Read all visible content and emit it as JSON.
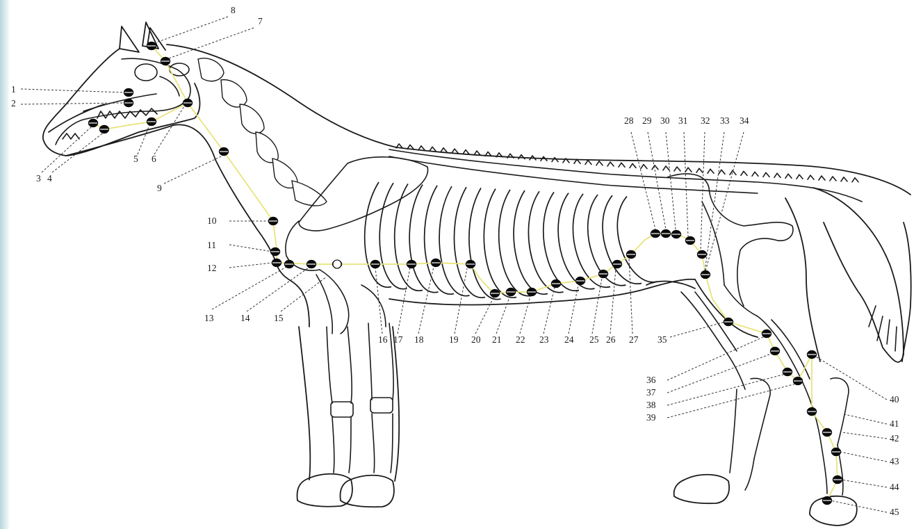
{
  "meridian_color": "#e8e37a",
  "labels": {
    "l1": "1",
    "l2": "2",
    "l3": "3",
    "l4": "4",
    "l5": "5",
    "l6": "6",
    "l7": "7",
    "l8": "8",
    "l9": "9",
    "l10": "10",
    "l11": "11",
    "l12": "12",
    "l13": "13",
    "l14": "14",
    "l15": "15",
    "l16": "16",
    "l17": "17",
    "l18": "18",
    "l19": "19",
    "l20": "20",
    "l21": "21",
    "l22": "22",
    "l23": "23",
    "l24": "24",
    "l25": "25",
    "l26": "26",
    "l27": "27",
    "l28": "28",
    "l29": "29",
    "l30": "30",
    "l31": "31",
    "l32": "32",
    "l33": "33",
    "l34": "34",
    "l35": "35",
    "l36": "36",
    "l37": "37",
    "l38": "38",
    "l39": "39",
    "l40": "40",
    "l41": "41",
    "l42": "42",
    "l43": "43",
    "l44": "44",
    "l45": "45"
  }
}
